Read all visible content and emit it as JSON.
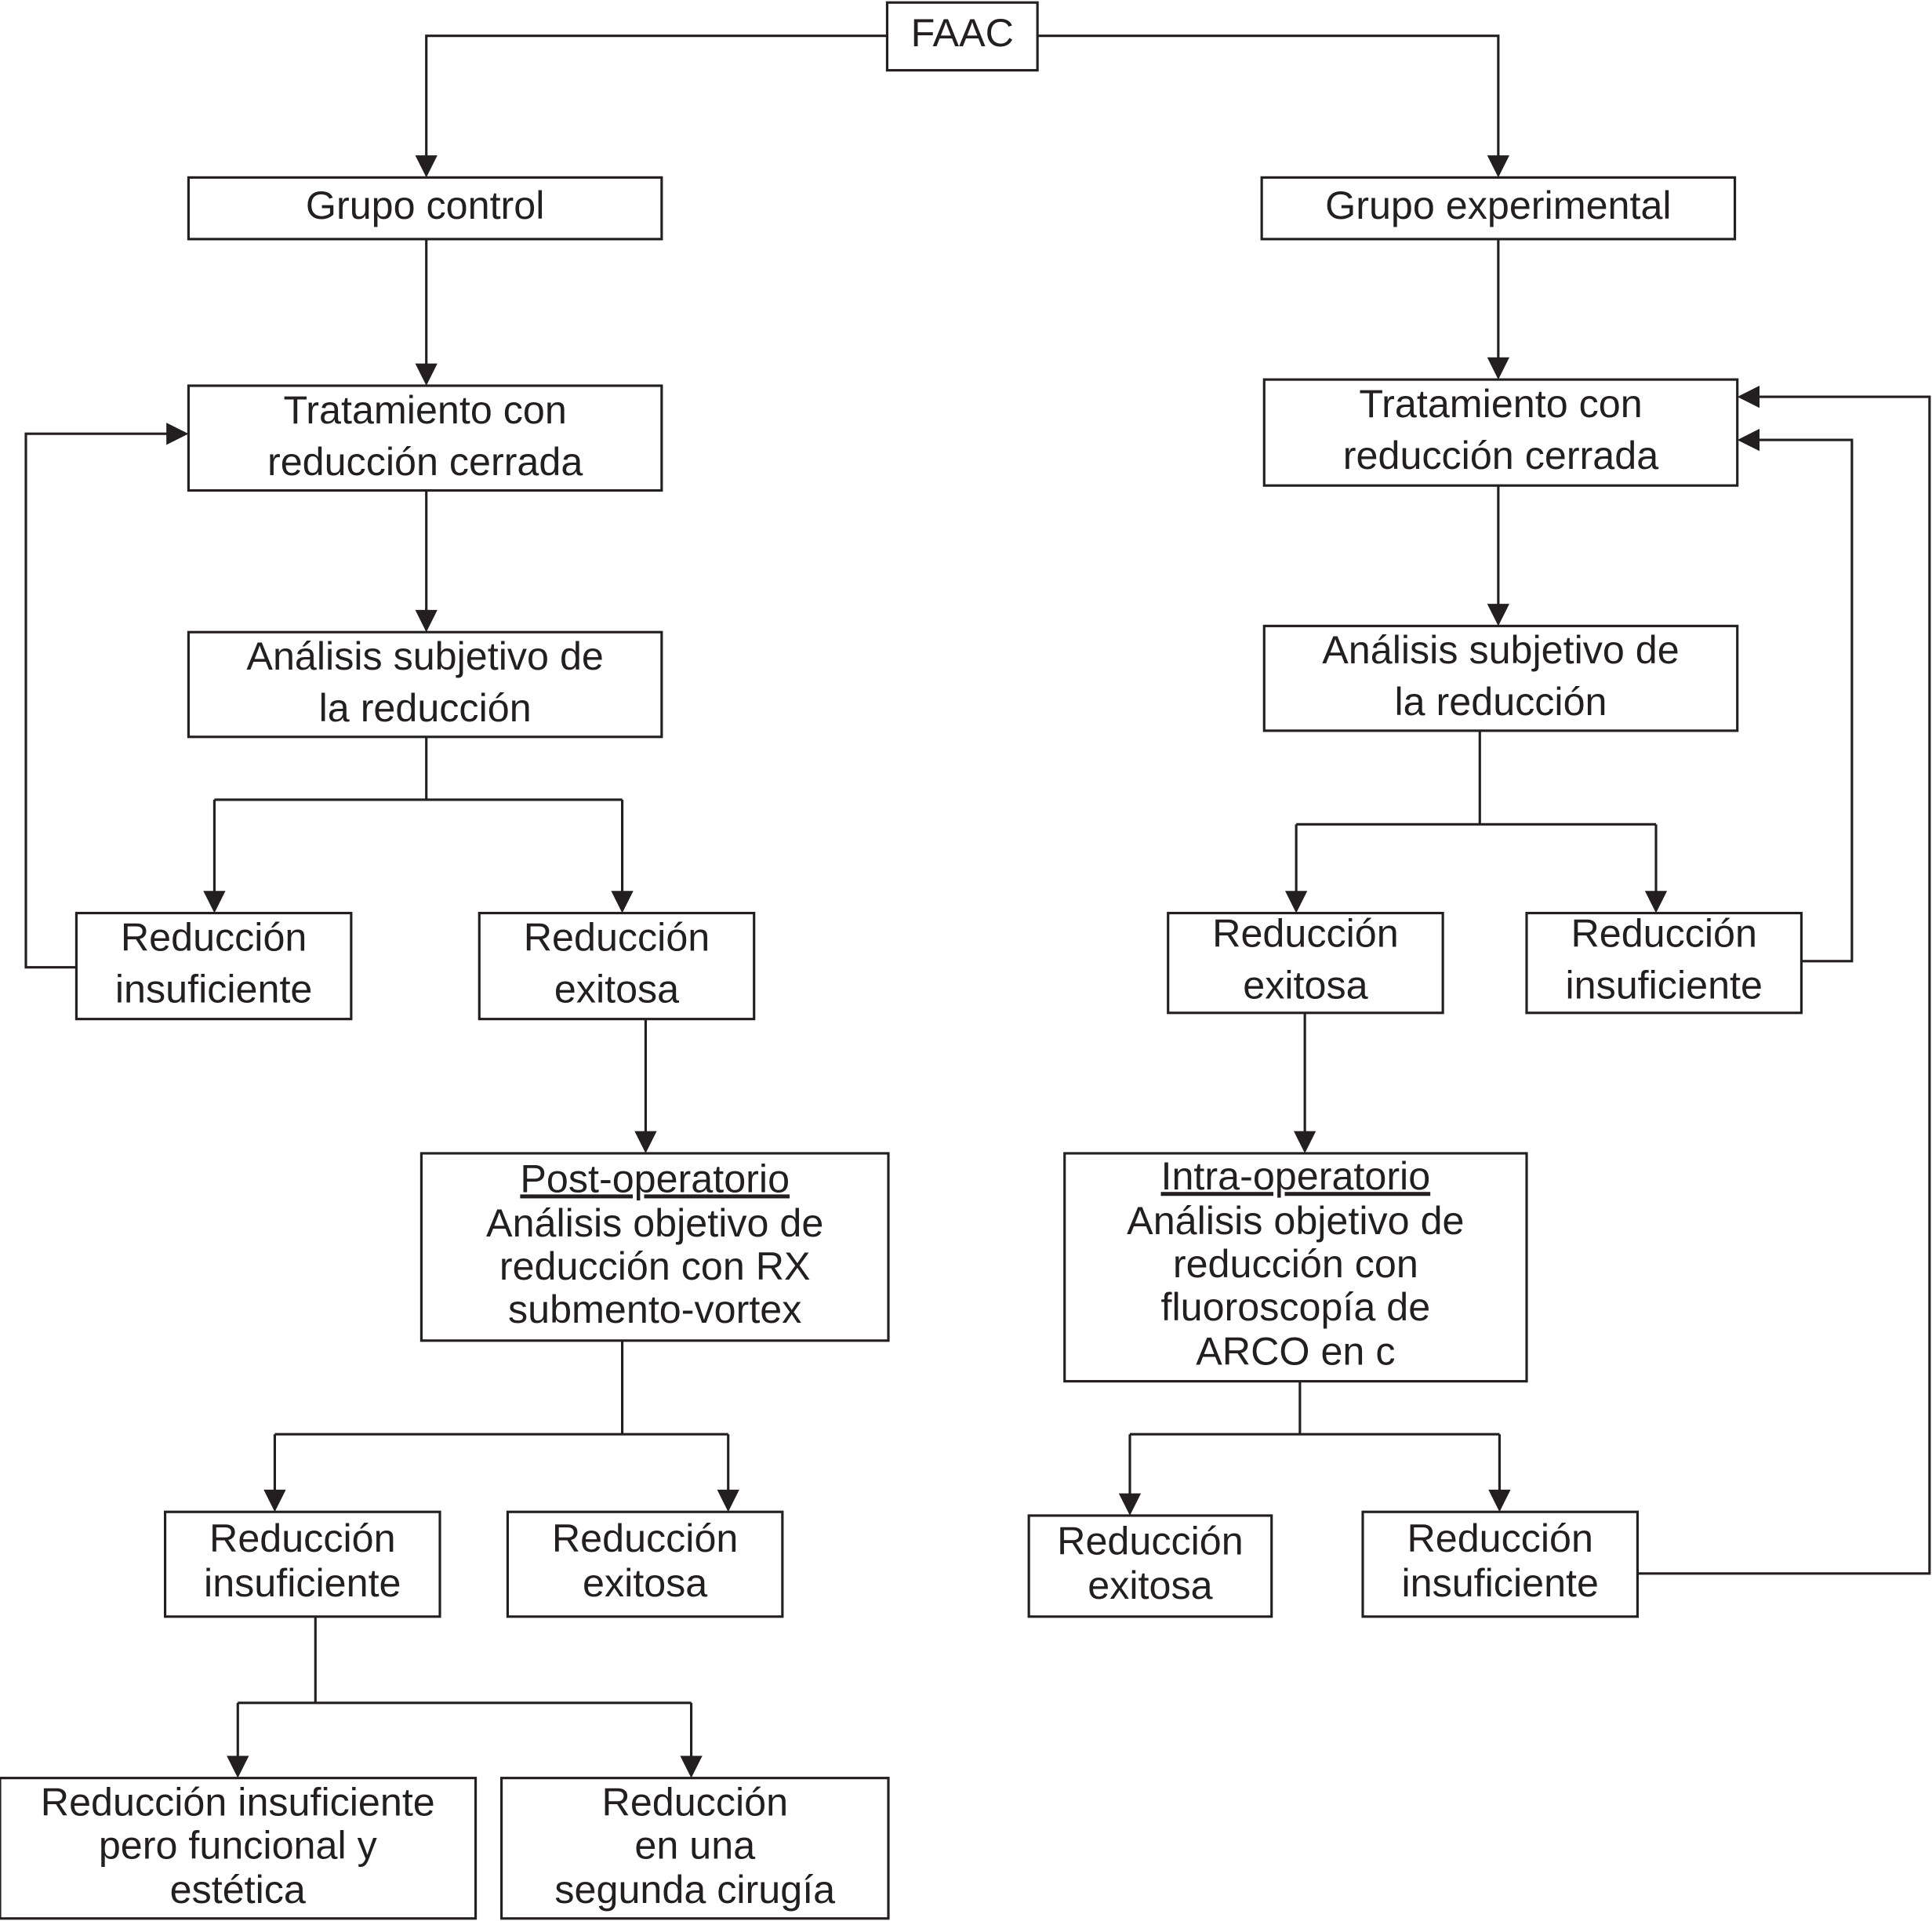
{
  "colors": {
    "line": "#231f20",
    "background": "#ffffff"
  },
  "nodes": {
    "root": [
      "FAAC"
    ],
    "control_group": [
      "Grupo control"
    ],
    "experimental_group": [
      "Grupo experimental"
    ],
    "control_treatment": [
      "Tratamiento con",
      "reducción cerrada"
    ],
    "experimental_treatment": [
      "Tratamiento con",
      "reducción cerrada"
    ],
    "control_subjective": [
      "Análisis subjetivo de",
      "la reducción"
    ],
    "experimental_subjective": [
      "Análisis subjetivo de",
      "la reducción"
    ],
    "control_insufficient": [
      "Reducción",
      "insuficiente"
    ],
    "control_success": [
      "Reducción",
      "exitosa"
    ],
    "experimental_success": [
      "Reducción",
      "exitosa"
    ],
    "experimental_insufficient": [
      "Reducción",
      "insuficiente"
    ],
    "postop": [
      "Post-operatorio",
      "Análisis objetivo de",
      "reducción con RX",
      "submento-vortex"
    ],
    "intraop": [
      "Intra-operatorio",
      "Análisis objetivo de",
      "reducción con",
      "fluoroscopía de",
      "ARCO en c"
    ],
    "postop_insufficient": [
      "Reducción",
      "insuficiente"
    ],
    "postop_success": [
      "Reducción",
      "exitosa"
    ],
    "intraop_success": [
      "Reducción",
      "exitosa"
    ],
    "intraop_insufficient": [
      "Reducción",
      "insuficiente"
    ],
    "functional": [
      "Reducción insuficiente",
      "pero funcional y",
      "estética"
    ],
    "second_surgery": [
      "Reducción",
      "en una",
      "segunda cirugía"
    ]
  }
}
